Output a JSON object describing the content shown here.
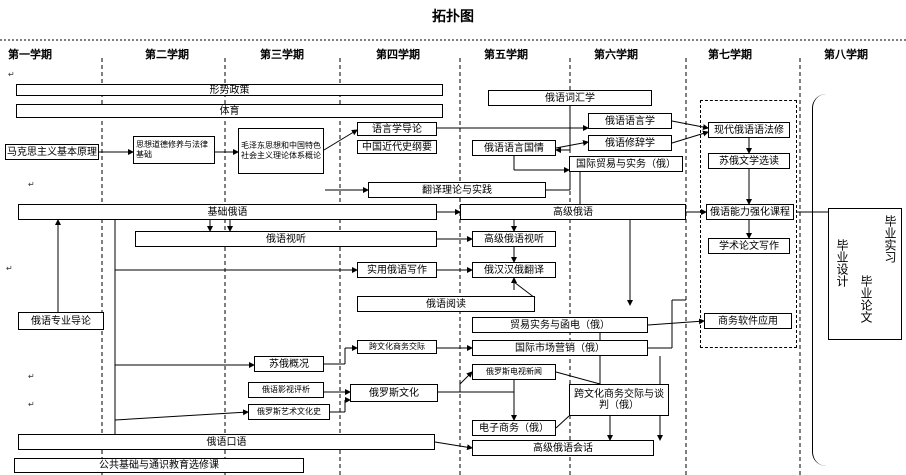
{
  "title": "拓扑图",
  "terms": [
    "第一学期",
    "第二学期",
    "第三学期",
    "第四学期",
    "第五学期",
    "第六学期",
    "第七学期",
    "第八学期"
  ],
  "courses": {
    "xingshi": "形势政策",
    "tiyu": "体育",
    "makesi": "马克思主义基本原理",
    "sixiang": "思想道德修养与法律基础",
    "maozedong": "毛泽东思想和中国特色社会主义理论体系概论",
    "yuyanxue_daolun": "语言学导论",
    "jindaishi": "中国近代史纲要",
    "cihuixue": "俄语词汇学",
    "guoqing": "俄语语言国情",
    "yuyanxue": "俄语语言学",
    "xiucixue": "俄语修辞学",
    "guomao": "国际贸易与实务（俄）",
    "xiandai_yufa": "现代俄语语法修",
    "suewenxue": "苏俄文学选读",
    "fanyi_lilun": "翻译理论与实践",
    "jichu": "基础俄语",
    "gaoji": "高级俄语",
    "nengli": "俄语能力强化课程",
    "shiting": "俄语视听",
    "gaoji_shiting": "高级俄语视听",
    "xueshu": "学术论文写作",
    "shiyong_xiezuo": "实用俄语写作",
    "hanyi": "俄汉汉俄翻译",
    "yuedu": "俄语阅读",
    "zhuanye_daolun": "俄语专业导论",
    "maoyi_handian": "贸易实务与函电（俄）",
    "ruanjian": "商务软件应用",
    "kuawenhua_jiaoji": "跨文化商务交际",
    "shichang": "国际市场营销（俄）",
    "sue_gaikuang": "苏俄概况",
    "dianshi": "俄罗斯电视新闻",
    "yingshi": "俄语影视评析",
    "wenhua": "俄罗斯文化",
    "yishu": "俄罗斯艺术文化史",
    "kuawenhua_tanpan": "跨文化商务交际与谈判（俄）",
    "dianzi": "电子商务（俄）",
    "kouyu": "俄语口语",
    "gaoji_huihua": "高级俄语会话",
    "gonggong": "公共基础与通识教育选修课"
  },
  "final_stage": {
    "shixi": "毕业实习",
    "sheji": "毕业设计",
    "lunwen": "毕业论文"
  },
  "paragraph_mark": "↵"
}
